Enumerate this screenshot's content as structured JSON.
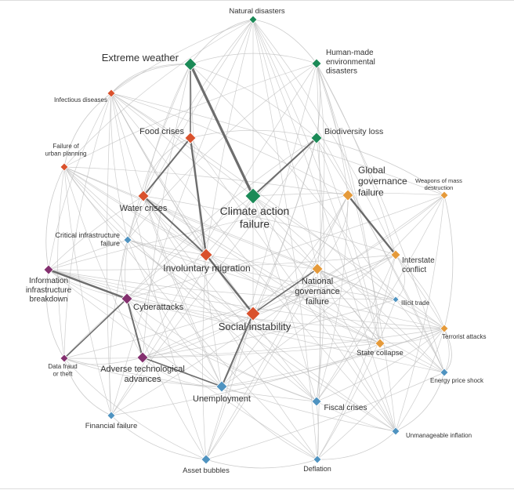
{
  "diagram": {
    "colors": {
      "environmental": "#1b8a57",
      "societal": "#d9512c",
      "geopolitical": "#e59a3a",
      "technological": "#84306f",
      "economic": "#4f93c0",
      "edge": "#bdbdbd",
      "strong_edge": "#555555"
    },
    "nodes": [
      {
        "id": "natural_disasters",
        "lines": [
          "Natural disasters"
        ],
        "category": "environmental"
      },
      {
        "id": "extreme_weather",
        "lines": [
          "Extreme weather"
        ],
        "category": "environmental"
      },
      {
        "id": "human_made",
        "lines": [
          "Human-made",
          "environmental",
          "disasters"
        ],
        "category": "environmental"
      },
      {
        "id": "infectious",
        "lines": [
          "Infectious diseases"
        ],
        "category": "societal"
      },
      {
        "id": "food_crises",
        "lines": [
          "Food crises"
        ],
        "category": "societal"
      },
      {
        "id": "biodiversity",
        "lines": [
          "Biodiversity loss"
        ],
        "category": "environmental"
      },
      {
        "id": "urban_planning",
        "lines": [
          "Failure of",
          "urban planning"
        ],
        "category": "societal"
      },
      {
        "id": "global_gov",
        "lines": [
          "Global",
          "governance",
          "failure"
        ],
        "category": "geopolitical"
      },
      {
        "id": "wmd",
        "lines": [
          "Weapons of mass",
          "destruction"
        ],
        "category": "geopolitical"
      },
      {
        "id": "water_crises",
        "lines": [
          "Water crises"
        ],
        "category": "societal"
      },
      {
        "id": "climate",
        "lines": [
          "Climate action",
          "failure"
        ],
        "category": "environmental"
      },
      {
        "id": "critical_infra",
        "lines": [
          "Critical infrastructure",
          "failure"
        ],
        "category": "economic"
      },
      {
        "id": "interstate",
        "lines": [
          "Interstate",
          "conflict"
        ],
        "category": "geopolitical"
      },
      {
        "id": "migration",
        "lines": [
          "Involuntary migration"
        ],
        "category": "societal"
      },
      {
        "id": "info_breakdown",
        "lines": [
          "Information",
          "infrastructure",
          "breakdown"
        ],
        "category": "technological"
      },
      {
        "id": "national_gov",
        "lines": [
          "National",
          "governance",
          "failure"
        ],
        "category": "geopolitical"
      },
      {
        "id": "illicit",
        "lines": [
          "Illicit trade"
        ],
        "category": "economic"
      },
      {
        "id": "cyberattacks",
        "lines": [
          "Cyberattacks"
        ],
        "category": "technological"
      },
      {
        "id": "social",
        "lines": [
          "Social instability"
        ],
        "category": "societal"
      },
      {
        "id": "terrorist",
        "lines": [
          "Terrorist attacks"
        ],
        "category": "geopolitical"
      },
      {
        "id": "state_collapse",
        "lines": [
          "State collapse"
        ],
        "category": "geopolitical"
      },
      {
        "id": "data_fraud",
        "lines": [
          "Data fraud",
          "or theft"
        ],
        "category": "technological"
      },
      {
        "id": "adverse_tech",
        "lines": [
          "Adverse technological",
          "advances"
        ],
        "category": "technological"
      },
      {
        "id": "energy",
        "lines": [
          "Energy price shock"
        ],
        "category": "economic"
      },
      {
        "id": "unemployment",
        "lines": [
          "Unemployment"
        ],
        "category": "economic"
      },
      {
        "id": "fiscal",
        "lines": [
          "Fiscal crises"
        ],
        "category": "economic"
      },
      {
        "id": "financial",
        "lines": [
          "Financial failure"
        ],
        "category": "economic"
      },
      {
        "id": "inflation",
        "lines": [
          "Unmanageable inflation"
        ],
        "category": "economic"
      },
      {
        "id": "asset",
        "lines": [
          "Asset bubbles"
        ],
        "category": "economic"
      },
      {
        "id": "deflation",
        "lines": [
          "Deflation"
        ],
        "category": "economic"
      }
    ],
    "strong_edges": [
      [
        "extreme_weather",
        "climate"
      ],
      [
        "climate",
        "biodiversity"
      ],
      [
        "info_breakdown",
        "cyberattacks"
      ],
      [
        "cyberattacks",
        "data_fraud"
      ],
      [
        "cyberattacks",
        "adverse_tech"
      ],
      [
        "social",
        "migration"
      ],
      [
        "social",
        "national_gov"
      ],
      [
        "social",
        "unemployment"
      ],
      [
        "global_gov",
        "interstate"
      ],
      [
        "extreme_weather",
        "food_crises"
      ],
      [
        "water_crises",
        "food_crises"
      ],
      [
        "food_crises",
        "migration"
      ],
      [
        "unemployment",
        "adverse_tech"
      ],
      [
        "water_crises",
        "migration"
      ]
    ]
  }
}
